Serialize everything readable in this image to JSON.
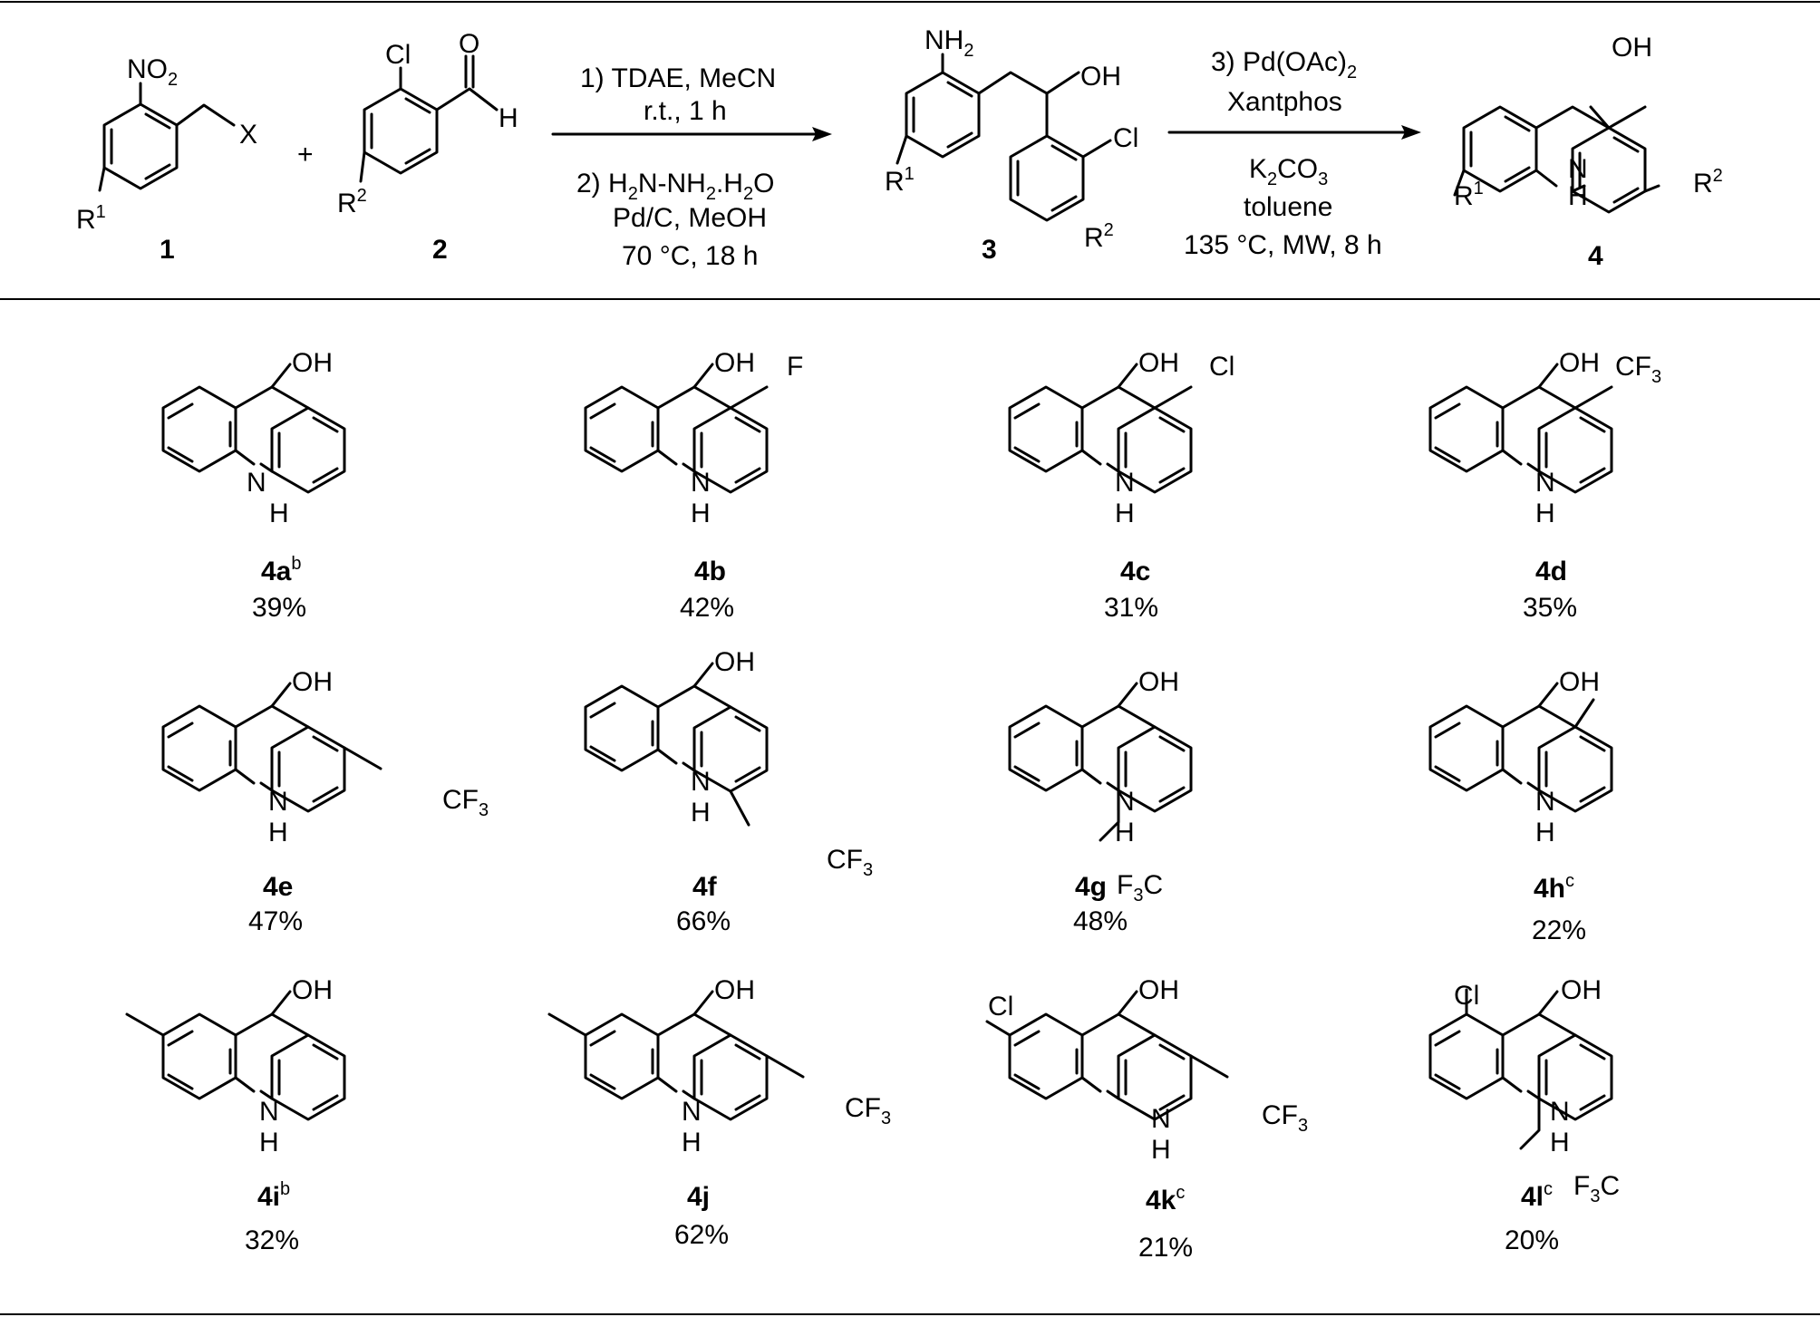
{
  "scheme": {
    "reagent1": {
      "label": "1",
      "substituent_a": "NO",
      "substituent_a_sub": "2",
      "substituent_b": "X",
      "r_group": "R",
      "r_sup": "1"
    },
    "plus": "+",
    "reagent2": {
      "label": "2",
      "substituent_a": "Cl",
      "substituent_b": "O",
      "substituent_c": "H",
      "r_group": "R",
      "r_sup": "2"
    },
    "arrow1": {
      "top_lines": [
        "1) TDAE, MeCN",
        "r.t., 1 h"
      ],
      "bottom_line1_parts": [
        "2) H",
        "2",
        "N-NH",
        "2",
        ".H",
        "2",
        "O"
      ],
      "bottom_lines": [
        "Pd/C, MeOH",
        "70 °C, 18 h"
      ]
    },
    "intermediate": {
      "label": "3",
      "substituent_a": "NH",
      "substituent_a_sub": "2",
      "substituent_b": "OH",
      "substituent_c": "Cl",
      "r1": "R",
      "r1_sup": "1",
      "r2": "R",
      "r2_sup": "2"
    },
    "arrow2": {
      "top_line1_parts": [
        "3) Pd(OAc)",
        "2"
      ],
      "top_line2": "Xantphos",
      "bottom_line1_parts": [
        "K",
        "2",
        "CO",
        "3"
      ],
      "bottom_lines": [
        "toluene",
        "135 °C, MW, 8 h"
      ]
    },
    "product": {
      "label": "4",
      "oh": "OH",
      "nh_n": "N",
      "nh_h": "H",
      "r1": "R",
      "r1_sup": "1",
      "r2": "R",
      "r2_sup": "2"
    }
  },
  "compounds": [
    {
      "id": "4a",
      "sup": "b",
      "yield": "39%",
      "oh": "OH",
      "nh_n": "N",
      "nh_h": "H"
    },
    {
      "id": "4b",
      "sup": "",
      "yield": "42%",
      "oh": "OH",
      "nh_n": "N",
      "nh_h": "H",
      "sub": "F"
    },
    {
      "id": "4c",
      "sup": "",
      "yield": "31%",
      "oh": "OH",
      "nh_n": "N",
      "nh_h": "H",
      "sub": "Cl"
    },
    {
      "id": "4d",
      "sup": "",
      "yield": "35%",
      "oh": "OH",
      "nh_n": "N",
      "nh_h": "H",
      "sub": "CF",
      "sub_idx": "3"
    },
    {
      "id": "4e",
      "sup": "",
      "yield": "47%",
      "oh": "OH",
      "nh_n": "N",
      "nh_h": "H",
      "sub": "CF",
      "sub_idx": "3"
    },
    {
      "id": "4f",
      "sup": "",
      "yield": "66%",
      "oh": "OH",
      "nh_n": "N",
      "nh_h": "H",
      "sub": "CF",
      "sub_idx": "3"
    },
    {
      "id": "4g",
      "sup": "",
      "yield": "48%",
      "oh": "OH",
      "nh_n": "N",
      "nh_h": "H",
      "sub_pre": "F",
      "sub_idx": "3",
      "sub_post": "C"
    },
    {
      "id": "4h",
      "sup": "c",
      "yield": "22%",
      "oh": "OH",
      "nh_n": "N",
      "nh_h": "H"
    },
    {
      "id": "4i",
      "sup": "b",
      "yield": "32%",
      "oh": "OH",
      "nh_n": "N",
      "nh_h": "H"
    },
    {
      "id": "4j",
      "sup": "",
      "yield": "62%",
      "oh": "OH",
      "nh_n": "N",
      "nh_h": "H",
      "sub": "CF",
      "sub_idx": "3"
    },
    {
      "id": "4k",
      "sup": "c",
      "yield": "21%",
      "oh": "OH",
      "nh_n": "N",
      "nh_h": "H",
      "sub": "CF",
      "sub_idx": "3",
      "sub2": "Cl"
    },
    {
      "id": "4l",
      "sup": "c",
      "yield": "20%",
      "oh": "OH",
      "nh_n": "N",
      "nh_h": "H",
      "sub_pre": "F",
      "sub_idx": "3",
      "sub_post": "C",
      "sub2": "Cl"
    }
  ]
}
